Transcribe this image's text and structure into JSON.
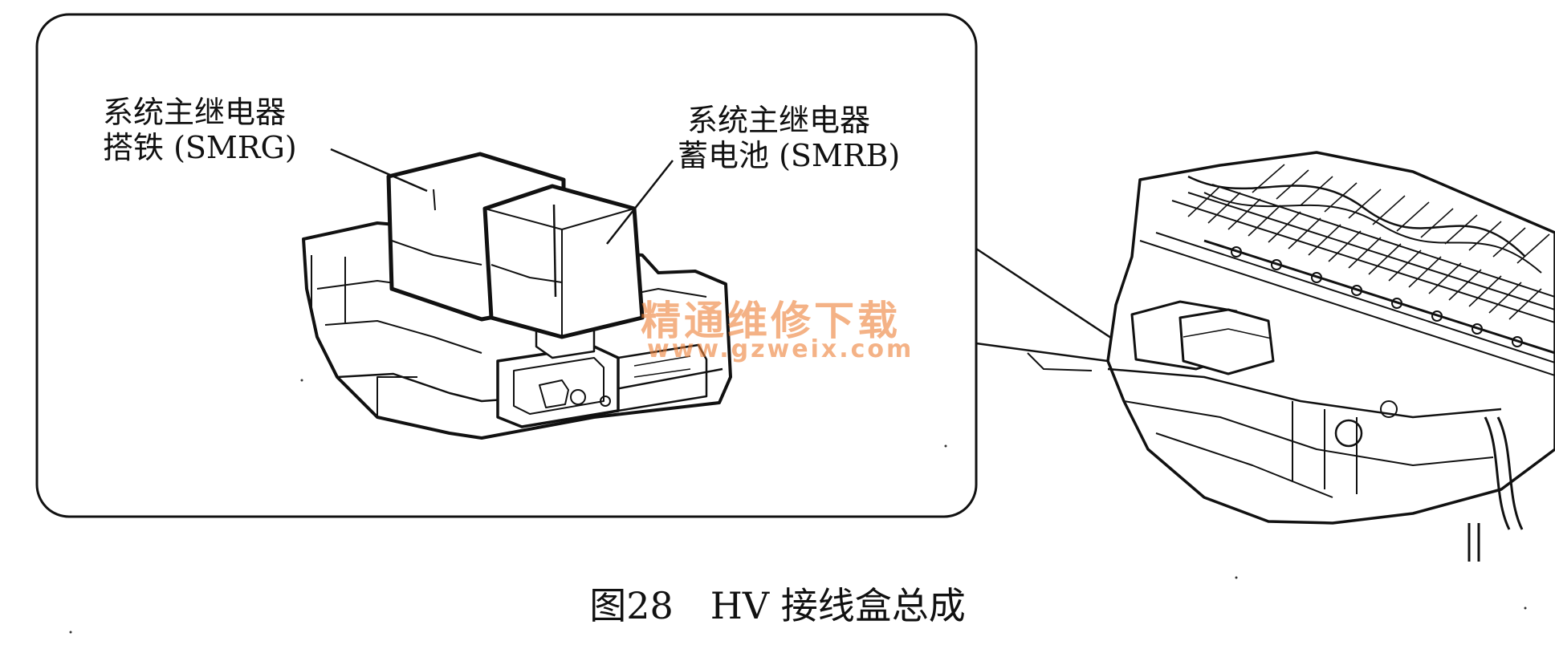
{
  "labels": {
    "smrg_line1": "系统主继电器",
    "smrg_line2": "搭铁 (SMRG)",
    "smrb_line1": "系统主继电器",
    "smrb_line2": "蓄电池 (SMRB)"
  },
  "watermark": {
    "text": "精通维修下载",
    "url": "www.gzweix.com"
  },
  "caption": "图28　HV 接线盒总成"
}
